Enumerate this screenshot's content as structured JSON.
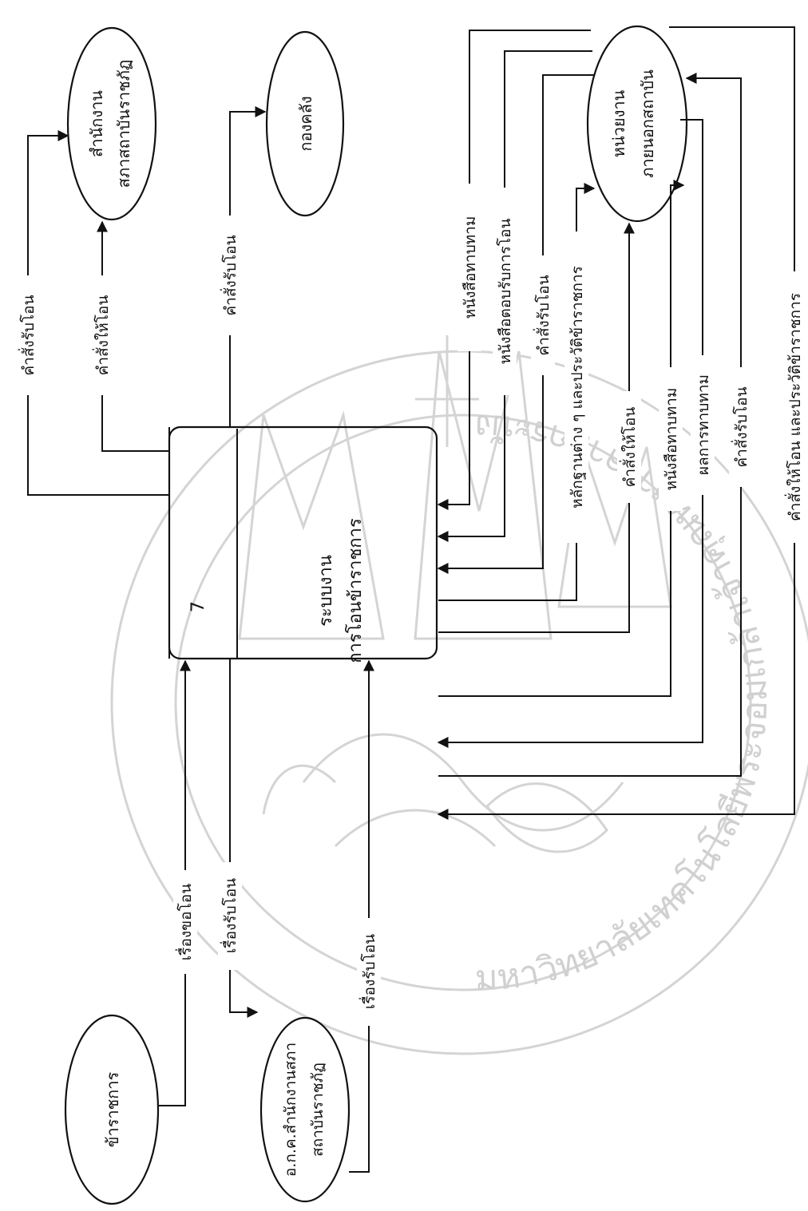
{
  "process": {
    "number": "7",
    "name_line1": "ระบบงาน",
    "name_line2": "การโอนข้าราชการ"
  },
  "entities": {
    "office": [
      "สำนักงาน",
      "สภาสถาบันราชภัฏ"
    ],
    "finance": [
      "กองคลัง"
    ],
    "external": [
      "หน่วยงาน",
      "ภายนอกสถาบัน"
    ],
    "officer": [
      "ข้าราชการ"
    ],
    "committee": [
      "อ.ก.ค.สำนักงานสภา",
      "สถาบันราชภัฏ"
    ]
  },
  "flows": {
    "office_receive_order": "คำสั่งรับโอน",
    "office_transfer_order": "คำสั่งให้โอน",
    "finance_receive_order": "คำสั่งรับโอน",
    "ext_inquiry_letter": "หนังสือทาบทาม",
    "ext_reply_letter": "หนังสือตอบรับการโอน",
    "ext_receive_order": "คำสั่งรับโอน",
    "ext_evidence": "หลักฐานต่าง ๆ และประวัติข้าราชการ",
    "ext_transfer_order": "คำสั่งให้โอน",
    "ext_inquiry_letter2": "หนังสือทาบทาม",
    "ext_inquiry_result": "ผลการทาบทาม",
    "ext_receive_order2": "คำสั่งรับโอน",
    "ext_order_and_history": "คำสั่งให้โอน และประวัติข้าราชการ",
    "officer_request": "เรื่องขอโอน",
    "committee_in": "เรื่องรับโอน",
    "committee_out": "เรื่องรับโอน"
  },
  "watermark": {
    "arc_text": "มหาวิทยาลัยเทคโนโลยีพระจอมเกล้าเจ้าคุณทหารลาดกระบัง"
  }
}
